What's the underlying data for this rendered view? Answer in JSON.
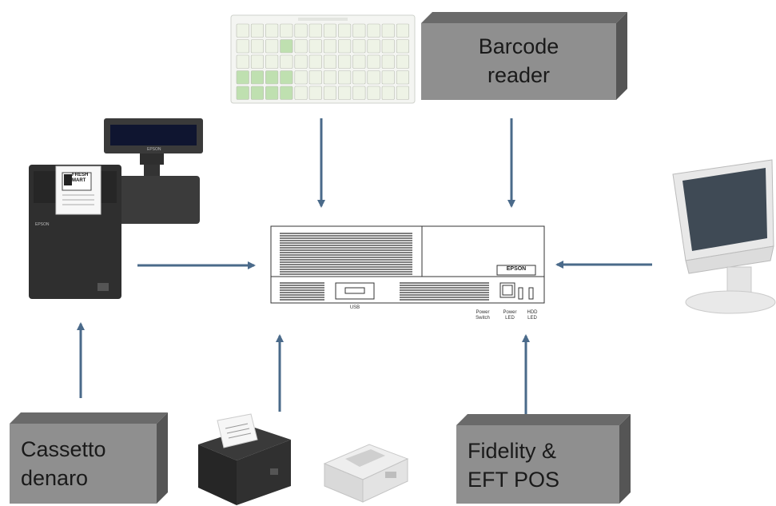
{
  "colors": {
    "arrow": "#4a6a8a",
    "box_front": "#8f8f8f",
    "box_top": "#6a6a6a",
    "box_side": "#555555",
    "device_dark": "#2a2a2a",
    "keypad_key": "#eef3e6",
    "keypad_key_green": "#bfe0b0"
  },
  "boxes": {
    "barcode": {
      "line1": "Barcode",
      "line2": "reader"
    },
    "cash_drawer": {
      "line1": "Cassetto",
      "line2": "denaro"
    },
    "fidelity": {
      "line1": "Fidelity &",
      "line2": "EFT POS"
    }
  },
  "central_unit": {
    "brand": "EPSON",
    "usb_label": "USB",
    "power_switch_label": "Power Switch",
    "power_led_label": "Power LED",
    "hdd_led_label": "HDD LED"
  },
  "fiscal_printer": {
    "brand": "EPSON",
    "display_brand": "EPSON",
    "receipt_header": "FRESH MART"
  },
  "icons": {
    "keyboard": "pos-keyboard-icon",
    "printer": "receipt-printer-icon",
    "slip_printer": "slip-printer-icon",
    "touch_monitor": "touch-monitor-icon"
  }
}
